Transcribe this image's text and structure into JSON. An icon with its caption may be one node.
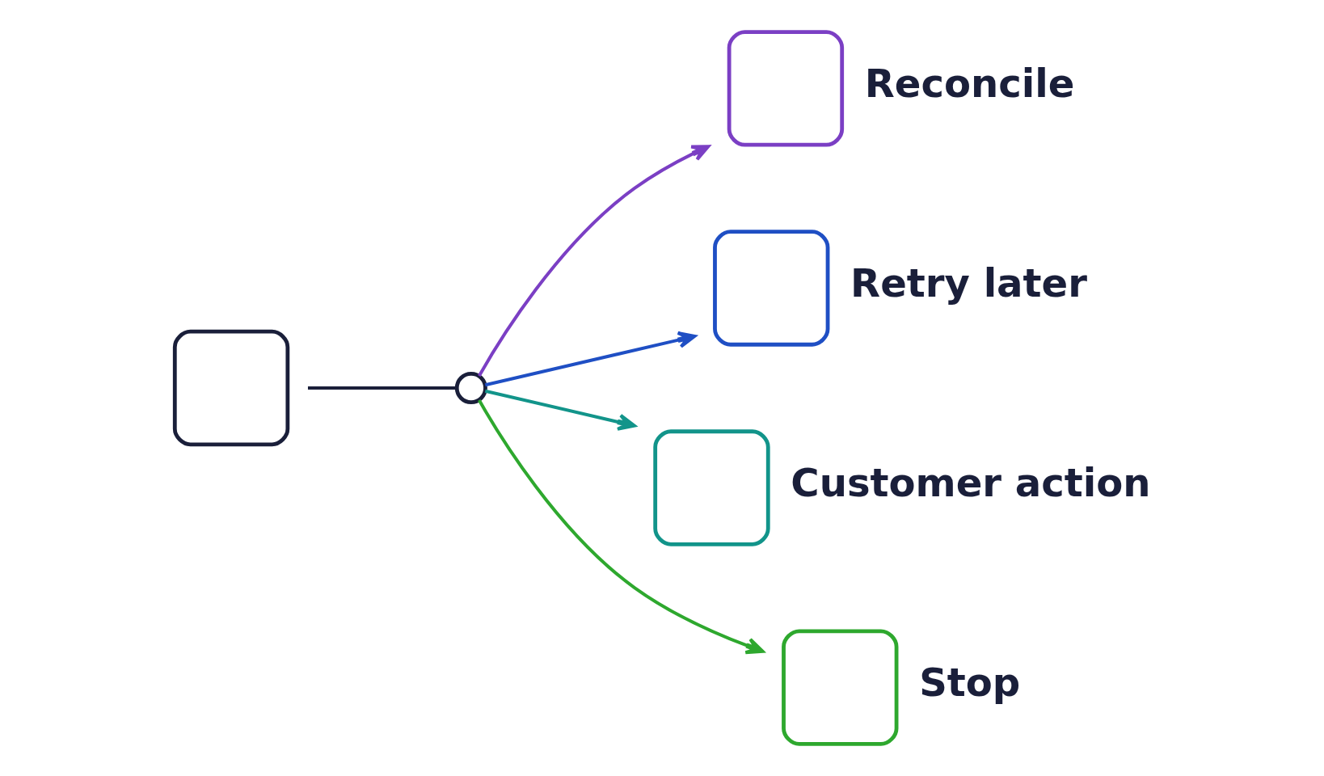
{
  "diagram": {
    "nodes": [
      {
        "text": [],
        "shape": "box"
      },
      {
        "text": [],
        "shape": "circle"
      },
      {
        "text": [],
        "shape": "box",
        "beside": [
          "Reconcile"
        ]
      },
      {
        "text": [],
        "shape": "box",
        "beside": [
          "Retry later"
        ]
      },
      {
        "text": [],
        "shape": "box",
        "beside": [
          "Customer action"
        ]
      },
      {
        "text": [],
        "shape": "box",
        "beside": [
          "Stop"
        ]
      }
    ],
    "edges": [
      {
        "from": 0,
        "to": 1,
        "arrow": "none",
        "color": "#1a1f3a"
      },
      {
        "from": 1,
        "to": 2,
        "arrow": "to",
        "color": "#7b3fc4"
      },
      {
        "from": 1,
        "to": 3,
        "arrow": "to",
        "color": "#1f4fc4"
      },
      {
        "from": 1,
        "to": 4,
        "arrow": "to",
        "color": "#12948a"
      },
      {
        "from": 1,
        "to": 5,
        "arrow": "to",
        "color": "#2ea82e"
      }
    ]
  }
}
